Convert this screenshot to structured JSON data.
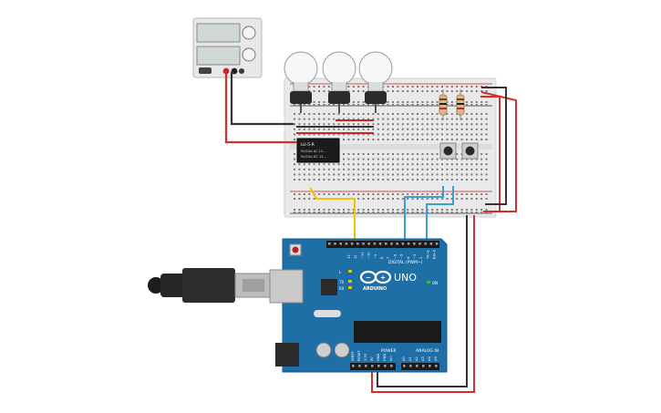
{
  "power_supply": {
    "knob_1": "knob",
    "knob_2": "knob"
  },
  "relay": {
    "line1": "LU-5-R",
    "line2": "5V/10A AC 12...",
    "line3": "5V/10A DC 12..."
  },
  "arduino": {
    "model": "UNO",
    "brand": "ARDUINO",
    "digital_label": "DIGITAL (PWM~)",
    "power_label": "POWER",
    "analog_label": "ANALOG IN",
    "aref": "AREF",
    "gnd": "GND",
    "digital_pins": [
      "13",
      "12",
      "~11",
      "~10",
      "~9",
      "8",
      "7",
      "~6",
      "~5",
      "4",
      "~3",
      "2",
      "TX→1",
      "RX←0"
    ],
    "power_pins": [
      "IOREF",
      "RESET",
      "3.3V",
      "5V",
      "GND",
      "GND",
      "Vin"
    ],
    "analog_pins": [
      "A0",
      "A1",
      "A2",
      "A3",
      "A4",
      "A5"
    ],
    "led_l": "L",
    "led_tx": "TX",
    "led_rx": "RX",
    "led_on": "ON"
  },
  "colors": {
    "wire_red": "#d32f2f",
    "wire_black": "#333333",
    "wire_yellow": "#f2c300",
    "wire_blue": "#3aa0d0",
    "board_blue": "#1f6fa7",
    "breadboard": "#e9e9e9"
  }
}
